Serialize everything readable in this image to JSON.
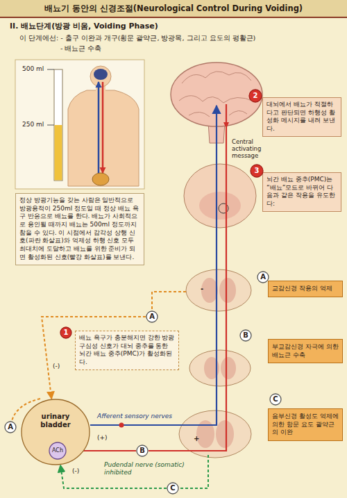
{
  "diagram": {
    "title": "배뇨기 동안의 신경조절(Neurological Control During Voiding)",
    "nodes": [
      {
        "text": [
          "정상 방광기능을 갖는 사람은 일반적으로 방광용적이 250ml 정도일 때 정상 배뇨 욕구 반응으로 배뇨를 한다. 배뇨가 사회적으로 용인될 때까지 배뇨는 500ml 정도까지 참을 수 있다. 이 시점에서 감각성 상행 신호(파란 화살표)와 억제성 하행 신호 모두 최대치에 도달하고 배뇨를 위한 준비가 되면 활성화된 신호(빨강 화살표)를 보낸다."
        ]
      },
      {
        "text": [
          "대뇌에서 배뇨가 적절하다고 판단되면 하행성 활성화 메시지를 내려 보낸다."
        ]
      },
      {
        "text": [
          "뇌간 배뇨 중추(PMC)는 “배뇨”모드로 바뀌어 다음과 같은 작용을 유도한다:"
        ]
      },
      {
        "text": [
          "교감신경 작용의 억제"
        ]
      },
      {
        "text": [
          "부교감신경 자극에 의한 배뇨근 수축"
        ]
      },
      {
        "text": [
          "음부신경 활성도 억제에 의한 항문 요도 괄약근의 이완"
        ]
      },
      {
        "text": [
          "배뇨 욕구가 충분해지면 강한 방광 구심성 신호가 대뇌 중추를 통한 뇌간 배뇨 중추(PMC)가 활성화된다."
        ]
      },
      {
        "text": [
          "urinary bladder"
        ]
      },
      {
        "text": [
          "ACh"
        ],
        "in": 7
      },
      {
        "text": [
          "1"
        ]
      },
      {
        "text": [
          "2"
        ]
      },
      {
        "text": [
          "3"
        ]
      },
      {
        "text": [
          "A"
        ]
      },
      {
        "text": [
          "B"
        ]
      },
      {
        "text": [
          "C"
        ]
      },
      {
        "text": [
          "A"
        ]
      },
      {
        "text": [
          "B"
        ]
      },
      {
        "text": [
          "C"
        ]
      },
      {
        "text": [
          "A"
        ]
      }
    ],
    "edges": [
      {
        "from": 15,
        "to": 7,
        "arrow": "to"
      },
      {
        "from": 16,
        "to": 8,
        "arrow": "to"
      },
      {
        "from": 17,
        "to": 7,
        "arrow": "to"
      }
    ],
    "labels": [
      "II. 배뇨단계(방광 비움, Voiding Phase)",
      "이 단계에선: - 출구 이완과 개구(횡문 괄약근, 방광목, 그리고 요도의 평활근)",
      "- 배뇨근 수축",
      "500 ml",
      "250 ml",
      "Central activating message",
      "-",
      "+",
      "Afferent sensory nerves",
      "(+)",
      "(-)",
      "(-)",
      "Pudendal nerve (somatic) inhibited"
    ]
  }
}
